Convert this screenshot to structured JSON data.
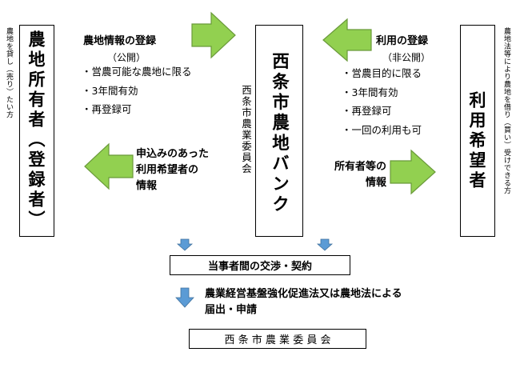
{
  "left_box": {
    "label": "農地所有者（登録者）"
  },
  "left_caption": "農地を貸し（売り）たい方",
  "center_box": {
    "label": "西条市農地バンク"
  },
  "center_caption": "西条市農業委員会",
  "right_box": {
    "label": "利用希望者"
  },
  "right_caption": "農地法等により農地を借り（買い）受けできる方",
  "top_left": {
    "heading": "農地情報の登録",
    "sub": "（公開）",
    "bullets": [
      "・営農可能な農地に限る",
      "・3年間有効",
      "・再登録可"
    ]
  },
  "top_right": {
    "heading": "利用の登録",
    "sub": "（非公開）",
    "bullets": [
      "・営農目的に限る",
      "・3年間有効",
      "・再登録可",
      "・一回の利用も可"
    ]
  },
  "bottom_left_text": [
    "申込みのあった",
    "利用希望者の",
    "情報"
  ],
  "bottom_right_text": [
    "所有者等の",
    "情報"
  ],
  "negotiation_box": "当事者間の交渉・契約",
  "notice_text": [
    "農業経営基盤強化促進法又は農地法による",
    "届出・申請"
  ],
  "final_box": "西 条 市 農 業 委 員 会",
  "colors": {
    "green_fill": "#92d050",
    "green_stroke": "#6a9a3a",
    "blue_fill": "#5b9bd5",
    "blue_stroke": "#41719c"
  }
}
